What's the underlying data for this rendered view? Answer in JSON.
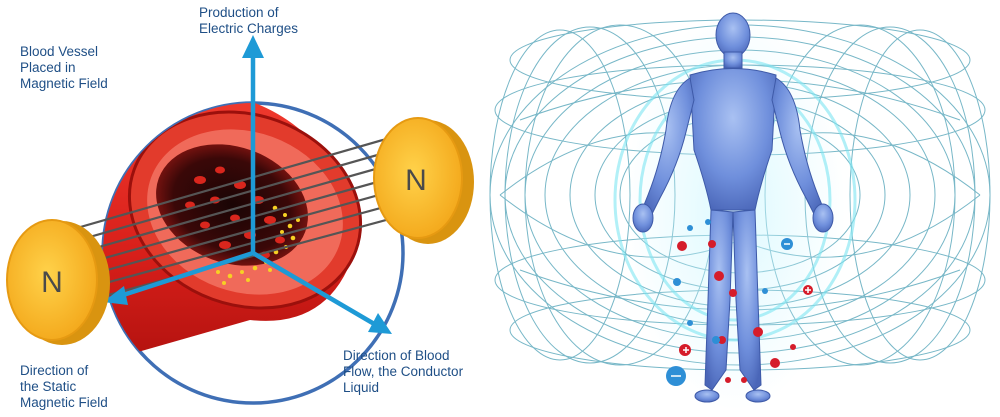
{
  "left_panel": {
    "label_blood_vessel": "Blood Vessel\nPlaced in\nMagnetic Field",
    "label_production": "Production of\nElectric Charges",
    "label_direction_field": "Direction of\nthe Static\nMagnetic Field",
    "label_direction_blood": "Direction of Blood\nFlow, the Conductor\nLiquid",
    "magnet_left_letter": "N",
    "magnet_right_letter": "N",
    "colors": {
      "arrow": "#1e9ad6",
      "circle": "#3f6fb5",
      "vessel": "#e52521",
      "magnet": "#f6b722",
      "label": "#1f4f86"
    }
  },
  "right_panel": {
    "subject": "human-body-figure",
    "field": "toroidal-magnetic-field-mesh",
    "colors": {
      "mesh": "#4a9fb5",
      "body": "#6a8ad8",
      "glow": "#7ee6f2",
      "positive_charge": "#d51c2a",
      "negative_charge": "#2e8fd6"
    }
  }
}
